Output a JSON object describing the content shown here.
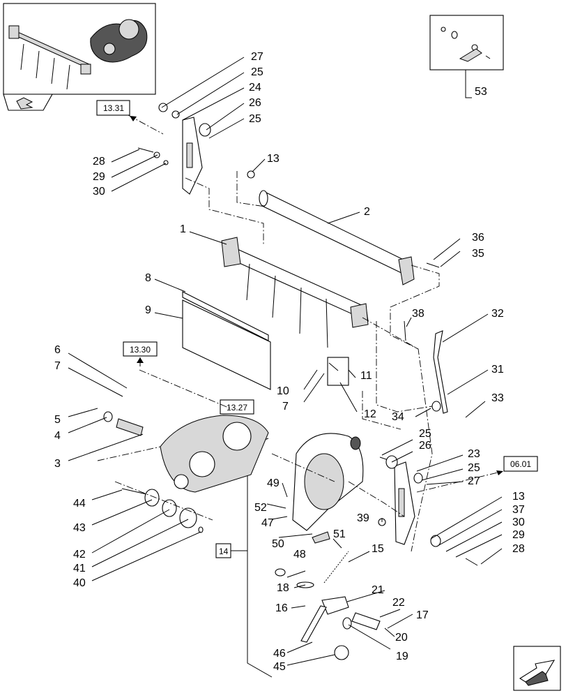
{
  "reference_boxes": {
    "r1": "13.31",
    "r2": "13.30",
    "r3": "13.27",
    "r4": "06.01",
    "r5": "14"
  },
  "callouts": {
    "c1": "1",
    "c2": "2",
    "c3": "3",
    "c4": "4",
    "c5": "5",
    "c6": "6",
    "c7a": "7",
    "c7b": "7",
    "c8": "8",
    "c9": "9",
    "c10": "10",
    "c11": "11",
    "c12": "12",
    "c13a": "13",
    "c13b": "13",
    "c15": "15",
    "c16": "16",
    "c17": "17",
    "c18": "18",
    "c19": "19",
    "c20": "20",
    "c21": "21",
    "c22": "22",
    "c23": "23",
    "c24": "24",
    "c25a": "25",
    "c25b": "25",
    "c25c": "25",
    "c25d": "25",
    "c26a": "26",
    "c26b": "26",
    "c27a": "27",
    "c27b": "27",
    "c28a": "28",
    "c28b": "28",
    "c29a": "29",
    "c29b": "29",
    "c30a": "30",
    "c30b": "30",
    "c31": "31",
    "c32": "32",
    "c33": "33",
    "c34": "34",
    "c35": "35",
    "c36": "36",
    "c37": "37",
    "c38": "38",
    "c39": "39",
    "c40": "40",
    "c41": "41",
    "c42": "42",
    "c43": "43",
    "c44": "44",
    "c45": "45",
    "c46": "46",
    "c47": "47",
    "c48": "48",
    "c49": "49",
    "c50": "50",
    "c51": "51",
    "c52": "52",
    "c53": "53"
  }
}
